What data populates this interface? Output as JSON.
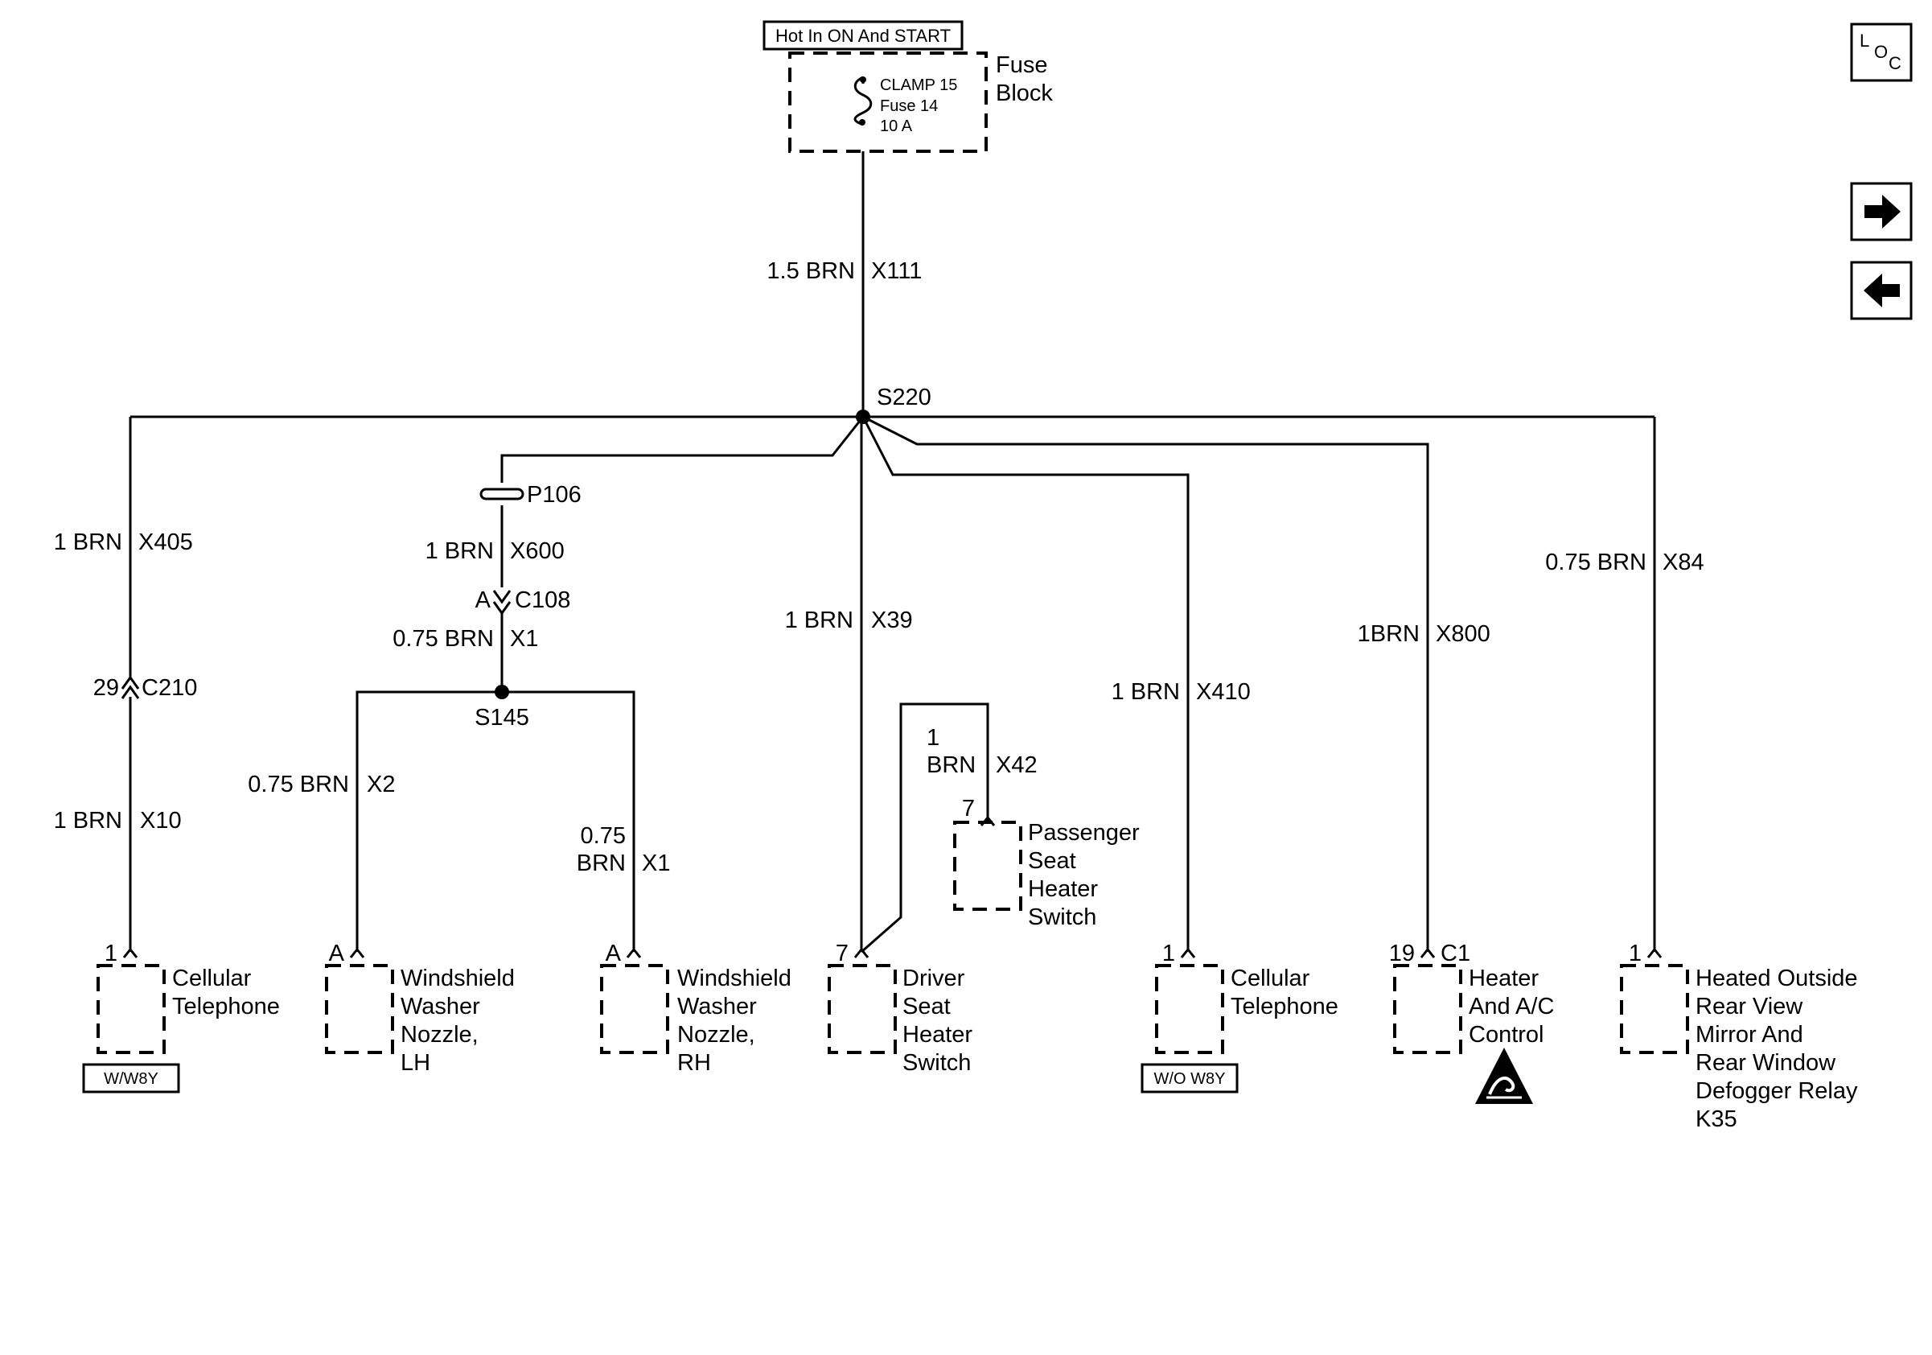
{
  "power": {
    "hot_label": "Hot In ON And START",
    "fuse_block": [
      "Fuse",
      "Block"
    ],
    "fuse_lines": [
      "CLAMP 15",
      "Fuse 14",
      "10 A"
    ]
  },
  "nav": {
    "loc": [
      "L",
      "O",
      "C"
    ]
  },
  "splices": {
    "s220": "S220",
    "s145": "S145",
    "p106": "P106"
  },
  "connectors": {
    "c108": {
      "pin": "A",
      "name": "C108"
    },
    "c210": {
      "pin": "29",
      "name": "C210"
    }
  },
  "wires": {
    "x111": {
      "size": "1.5 BRN",
      "id": "X111"
    },
    "x405": {
      "size": "1 BRN",
      "id": "X405"
    },
    "x600": {
      "size": "1 BRN",
      "id": "X600"
    },
    "x1_upper": {
      "size": "0.75 BRN",
      "id": "X1"
    },
    "x2": {
      "size": "0.75 BRN",
      "id": "X2"
    },
    "x1_lower": {
      "size": [
        "0.75",
        "BRN"
      ],
      "id": "X1"
    },
    "x10": {
      "size": "1 BRN",
      "id": "X10"
    },
    "x39": {
      "size": "1 BRN",
      "id": "X39"
    },
    "x42": {
      "size": [
        "1",
        "BRN"
      ],
      "id": "X42"
    },
    "x410": {
      "size": "1 BRN",
      "id": "X410"
    },
    "x800": {
      "size": "1BRN",
      "id": "X800"
    },
    "x84": {
      "size": "0.75 BRN",
      "id": "X84"
    }
  },
  "components": [
    {
      "pin": "1",
      "lines": [
        "Cellular",
        "Telephone"
      ],
      "tag": "W/W8Y"
    },
    {
      "pin": "A",
      "lines": [
        "Windshield",
        "Washer",
        "Nozzle,",
        "LH"
      ]
    },
    {
      "pin": "A",
      "lines": [
        "Windshield",
        "Washer",
        "Nozzle,",
        "RH"
      ]
    },
    {
      "pin": "7",
      "lines": [
        "Driver",
        "Seat",
        "Heater",
        "Switch"
      ]
    },
    {
      "pin": "7",
      "lines": [
        "Passenger",
        "Seat",
        "Heater",
        "Switch"
      ]
    },
    {
      "pin": "1",
      "lines": [
        "Cellular",
        "Telephone"
      ],
      "tag": "W/O W8Y"
    },
    {
      "pin": "19",
      "connector": "C1",
      "lines": [
        "Heater",
        "And A/C",
        "Control"
      ],
      "icon": "esd-warning-icon"
    },
    {
      "pin": "1",
      "lines": [
        "Heated Outside",
        "Rear View",
        "Mirror And",
        "Rear Window",
        "Defogger Relay",
        "K35"
      ]
    }
  ]
}
